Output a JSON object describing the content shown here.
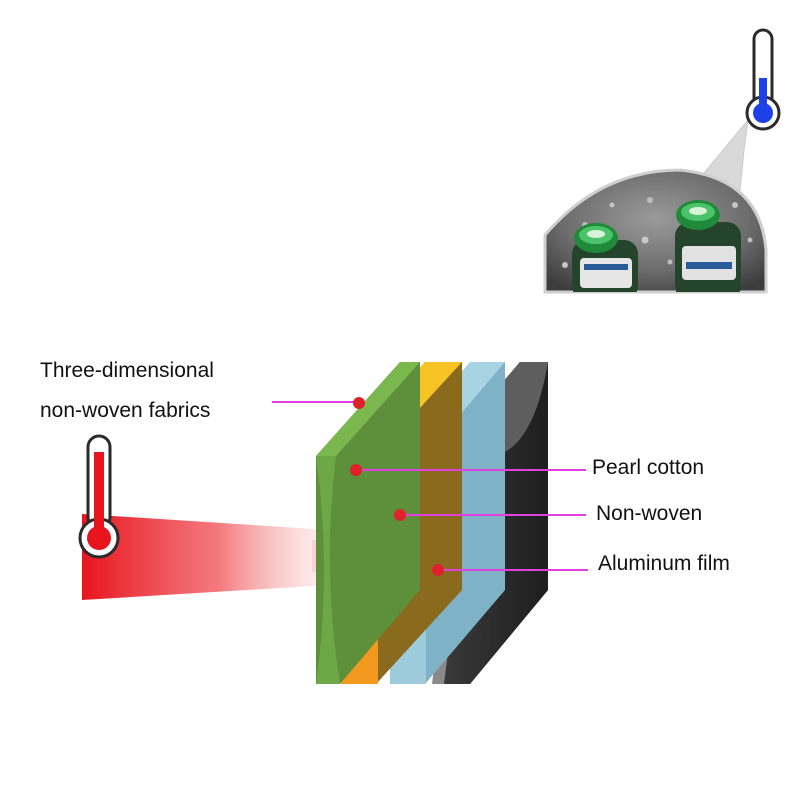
{
  "layers": {
    "three_dimensional_line1": "Three-dimensional",
    "three_dimensional_line2": "non-woven fabrics",
    "pearl_cotton": "Pearl cotton",
    "non_woven": "Non-woven",
    "aluminum_film": "Aluminum film"
  },
  "colors": {
    "green_layer": "#6ca846",
    "orange_layer": "#f39a1e",
    "orange_top": "#f7c325",
    "blue_layer": "#9dcbdc",
    "gray_layer": "#8a8a8a",
    "dark_layer": "#2a2a2a",
    "pointer_line": "#e040e0",
    "pointer_dot": "#e0202a",
    "hot": "#e8141e",
    "cold": "#1e40e8"
  },
  "icons": {
    "hot_thermometer": "thermometer-hot-icon",
    "cold_thermometer": "thermometer-cold-icon"
  }
}
